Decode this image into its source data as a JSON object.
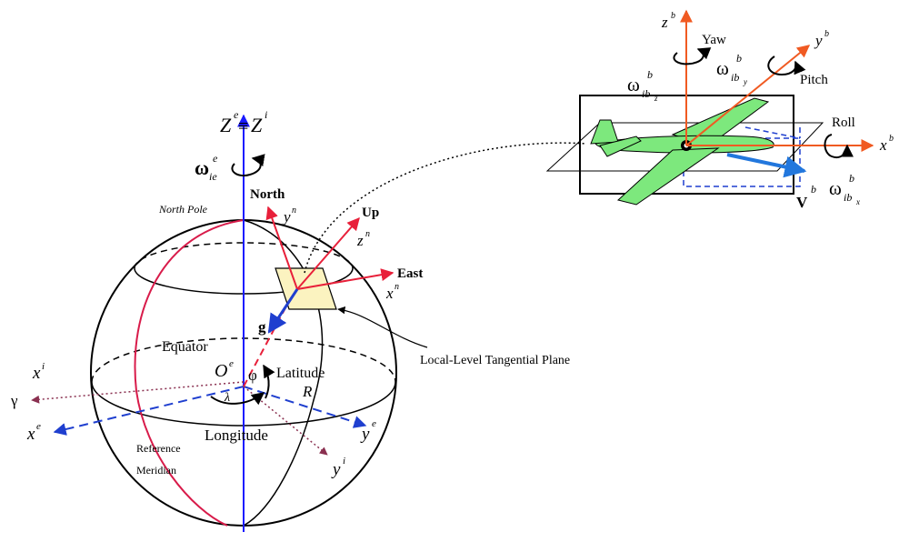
{
  "labels": {
    "ze": "Z",
    "ze_sup": "e",
    "equiv": "≡",
    "zi": "Z",
    "zi_sup": "i",
    "omega_ie": "ω",
    "omega_ie_sub": "ie",
    "omega_ie_sup": "e",
    "north_pole": "North   Pole",
    "north": "North",
    "yn": "y",
    "yn_sup": "n",
    "up": "Up",
    "zn": "z",
    "zn_sup": "n",
    "east": "East",
    "xn": "x",
    "xn_sup": "n",
    "g": "g",
    "equator": "Equator",
    "oe": "O",
    "oe_sup": "e",
    "phi": "φ",
    "latitude": "Latitude",
    "lambda": "λ",
    "r": "R",
    "xi": "x",
    "xi_sup": "i",
    "gamma": "γ",
    "xe": "x",
    "xe_sup": "e",
    "longitude": "Longitude",
    "ye": "y",
    "ye_sup": "e",
    "reference": "Reference",
    "meridian": "Meridian",
    "yi": "y",
    "yi_sup": "i",
    "tangent_plane": "Local-Level Tangential Plane",
    "zb": "z",
    "zb_sup": "b",
    "yaw": "Yaw",
    "omega_ibz": "ω",
    "omega_ibz_sub": "ib",
    "omega_ibz_subsub": "z",
    "omega_ibz_sup": "b",
    "yb": "y",
    "yb_sup": "b",
    "omega_iby": "ω",
    "omega_iby_sub": "ib",
    "omega_iby_subsub": "y",
    "omega_iby_sup": "b",
    "pitch": "Pitch",
    "roll": "Roll",
    "xb": "x",
    "xb_sup": "b",
    "v": "V",
    "v_sup": "b",
    "omega_ibx": "ω",
    "omega_ibx_sub": "ib",
    "omega_ibx_subsub": "x",
    "omega_ibx_sup": "b"
  },
  "colors": {
    "earth_axis": "#1a1aff",
    "frame_red": "#e8203a",
    "body_orange": "#f05a22",
    "meridian": "#d81b4a",
    "gravity": "#1f3fcf",
    "plane_fill": "#fbf3c0",
    "aircraft": "#7de87d",
    "velocity": "#2277dd",
    "inertial": "#8a3050",
    "black": "#000000"
  }
}
